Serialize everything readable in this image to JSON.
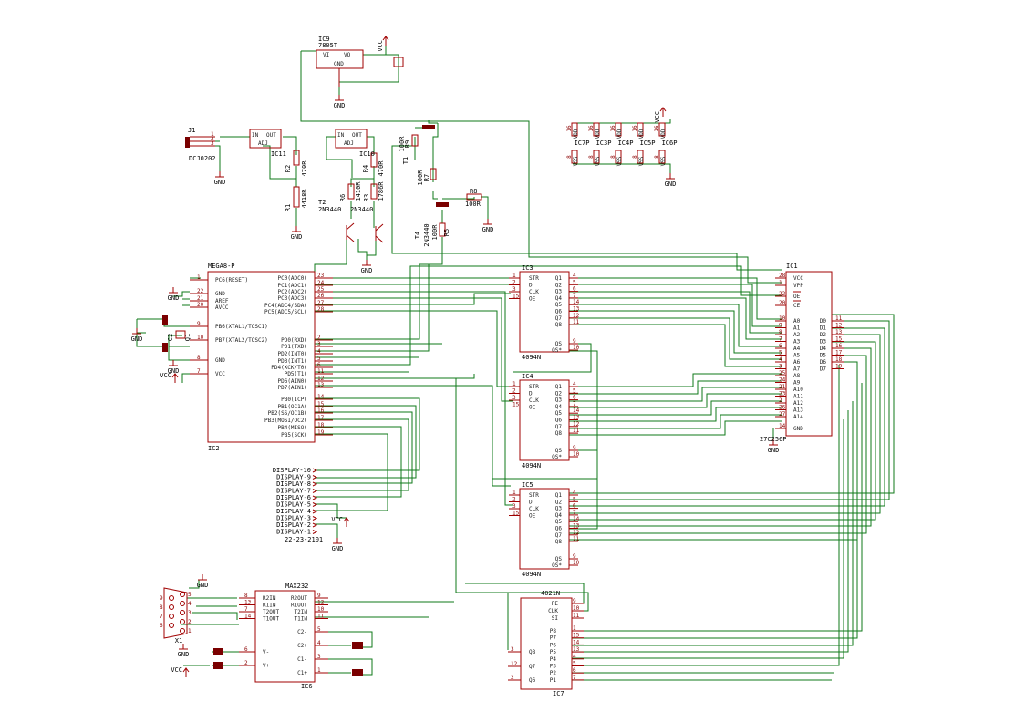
{
  "schematic": {
    "ic9": {
      "name": "IC9",
      "value": "7805T",
      "vi": "VI",
      "vo": "VO",
      "gnd": "GND"
    },
    "ic11": {
      "name": "IC11",
      "in": "IN",
      "out": "OUT",
      "adj": "ADJ"
    },
    "ic10": {
      "name": "IC10",
      "in": "IN",
      "out": "OUT",
      "adj": "ADJ"
    },
    "j1": {
      "name": "J1",
      "value": "DCJ0202",
      "pins": [
        "1",
        "2",
        "3"
      ]
    },
    "resistors": {
      "r1": {
        "name": "R1",
        "value": "4418R"
      },
      "r2": {
        "name": "R2",
        "value": "470R"
      },
      "r3": {
        "name": "R3",
        "value": "1786R"
      },
      "r4": {
        "name": "R4",
        "value": "470R"
      },
      "r5": {
        "name": "R5",
        "value": "100R"
      },
      "r6": {
        "name": "R6",
        "value": "1410R"
      },
      "r7": {
        "name": "R7",
        "value": "100R"
      },
      "r8": {
        "name": "R8",
        "value": "100R"
      },
      "r9": {
        "name": "R9",
        "value": "100R"
      }
    },
    "transistors": {
      "t1": {
        "name": "T1"
      },
      "t2": {
        "name": "T2",
        "value": "2N3440"
      },
      "t3": {
        "name": "2N3440"
      },
      "t4": {
        "name": "T4",
        "value": "2N3440"
      }
    },
    "power": {
      "vcc": "VCC",
      "gnd": "GND"
    },
    "power_headers": [
      {
        "name": "IC7P",
        "top": "VDD",
        "bottom": "VSS",
        "pin_top": "16",
        "pin_bottom": "8"
      },
      {
        "name": "IC3P",
        "top": "VDD",
        "bottom": "VSS",
        "pin_top": "16",
        "pin_bottom": "8"
      },
      {
        "name": "IC4P",
        "top": "VDD",
        "bottom": "VSS",
        "pin_top": "16",
        "pin_bottom": "8"
      },
      {
        "name": "IC5P",
        "top": "VDD",
        "bottom": "VSS",
        "pin_top": "16",
        "pin_bottom": "8"
      },
      {
        "name": "IC6P",
        "top": "VDD",
        "bottom": "VSS",
        "pin_top": "16",
        "pin_bottom": "8"
      }
    ],
    "ic2": {
      "name": "IC2",
      "value": "MEGA8-P",
      "left": [
        {
          "label": "PC6(RESET)",
          "pin": "1"
        },
        {
          "label": "GND",
          "pin": "22"
        },
        {
          "label": "AREF",
          "pin": "21"
        },
        {
          "label": "AVCC",
          "pin": "20"
        },
        {
          "label": "PB6(XTAL1/TOSC1)",
          "pin": "9"
        },
        {
          "label": "PB7(XTAL2/TOSC2)",
          "pin": "10"
        },
        {
          "label": "GND",
          "pin": "8"
        },
        {
          "label": "VCC",
          "pin": "7"
        }
      ],
      "right": [
        {
          "label": "PC0(ADC0)",
          "pin": "23"
        },
        {
          "label": "PC1(ADC1)",
          "pin": "24"
        },
        {
          "label": "PC2(ADC2)",
          "pin": "25"
        },
        {
          "label": "PC3(ADC3)",
          "pin": "26"
        },
        {
          "label": "PC4(ADC4/SDA)",
          "pin": "27"
        },
        {
          "label": "PC5(ADC5/SCL)",
          "pin": "28"
        },
        {
          "label": "PD0(RXD)",
          "pin": "2"
        },
        {
          "label": "PD1(TXD)",
          "pin": "3"
        },
        {
          "label": "PD2(INT0)",
          "pin": "4"
        },
        {
          "label": "PD3(INT1)",
          "pin": "5"
        },
        {
          "label": "PD4(XCK/T0)",
          "pin": "6"
        },
        {
          "label": "PD5(T1)",
          "pin": "11"
        },
        {
          "label": "PD6(AIN0)",
          "pin": "12"
        },
        {
          "label": "PD7(AIN1)",
          "pin": "13"
        },
        {
          "label": "PB0(ICP)",
          "pin": "14"
        },
        {
          "label": "PB1(OC1A)",
          "pin": "15"
        },
        {
          "label": "PB2(SS/OC1B)",
          "pin": "16"
        },
        {
          "label": "PB3(MOSI/OC2)",
          "pin": "17"
        },
        {
          "label": "PB4(MISO)",
          "pin": "18"
        },
        {
          "label": "PB5(SCK)",
          "pin": "19"
        }
      ],
      "c": "C2",
      "q": "Q1"
    },
    "display": {
      "name": "22-23-2101",
      "pins": [
        "DISPLAY-10",
        "DISPLAY-9",
        "DISPLAY-8",
        "DISPLAY-7",
        "DISPLAY-6",
        "DISPLAY-5",
        "DISPLAY-4",
        "DISPLAY-3",
        "DISPLAY-2",
        "DISPLAY-1"
      ]
    },
    "shift_regs": [
      {
        "name": "IC3",
        "value": "4094N"
      },
      {
        "name": "IC4",
        "value": "4094N"
      },
      {
        "name": "IC5",
        "value": "4094N"
      }
    ],
    "sr_left": [
      {
        "label": "STR",
        "pin": "1"
      },
      {
        "label": "D",
        "pin": "2"
      },
      {
        "label": "CLK",
        "pin": "3"
      },
      {
        "label": "OE",
        "pin": "15"
      }
    ],
    "sr_right": [
      {
        "label": "Q1",
        "pin": "4"
      },
      {
        "label": "Q2",
        "pin": "5"
      },
      {
        "label": "Q3",
        "pin": "6"
      },
      {
        "label": "Q4",
        "pin": "7"
      },
      {
        "label": "Q5",
        "pin": "14"
      },
      {
        "label": "Q6",
        "pin": "13"
      },
      {
        "label": "Q7",
        "pin": "12"
      },
      {
        "label": "Q8",
        "pin": "11"
      }
    ],
    "sr_serial": [
      {
        "label": "QS",
        "pin": "9"
      },
      {
        "label": "QS*",
        "pin": "10"
      }
    ],
    "ic1": {
      "name": "IC1",
      "value": "27C256P",
      "top": [
        {
          "label": "VCC",
          "pin": "28"
        },
        {
          "label": "VPP",
          "pin": "1"
        },
        {
          "label": "OE",
          "pin": "22"
        },
        {
          "label": "CE",
          "pin": "20"
        }
      ],
      "addr": [
        {
          "label": "A0",
          "pin": "10"
        },
        {
          "label": "A1",
          "pin": "9"
        },
        {
          "label": "A2",
          "pin": "8"
        },
        {
          "label": "A3",
          "pin": "7"
        },
        {
          "label": "A4",
          "pin": "6"
        },
        {
          "label": "A5",
          "pin": "5"
        },
        {
          "label": "A6",
          "pin": "4"
        },
        {
          "label": "A7",
          "pin": "3"
        },
        {
          "label": "A8",
          "pin": "25"
        },
        {
          "label": "A9",
          "pin": "24"
        },
        {
          "label": "A10",
          "pin": "21"
        },
        {
          "label": "A11",
          "pin": "23"
        },
        {
          "label": "A12",
          "pin": "2"
        },
        {
          "label": "A13",
          "pin": "26"
        },
        {
          "label": "A14",
          "pin": "27"
        }
      ],
      "gnd": {
        "label": "GND",
        "pin": "14"
      },
      "data": [
        {
          "label": "D0",
          "pin": "11"
        },
        {
          "label": "D1",
          "pin": "12"
        },
        {
          "label": "D2",
          "pin": "13"
        },
        {
          "label": "D3",
          "pin": "15"
        },
        {
          "label": "D4",
          "pin": "16"
        },
        {
          "label": "D5",
          "pin": "17"
        },
        {
          "label": "D6",
          "pin": "18"
        },
        {
          "label": "D7",
          "pin": "19"
        }
      ]
    },
    "max232": {
      "name": "IC6",
      "value": "MAX232",
      "left": [
        {
          "label": "R2IN",
          "pin": "8"
        },
        {
          "label": "R1IN",
          "pin": "13"
        },
        {
          "label": "T2OUT",
          "pin": "7"
        },
        {
          "label": "T1OUT",
          "pin": "14"
        }
      ],
      "right": [
        {
          "label": "R2OUT",
          "pin": "9"
        },
        {
          "label": "R1OUT",
          "pin": "12"
        },
        {
          "label": "T2IN",
          "pin": "10"
        },
        {
          "label": "T1IN",
          "pin": "11"
        }
      ],
      "caps": [
        {
          "label": "C2-",
          "pin": "5"
        },
        {
          "label": "C2+",
          "pin": "4"
        },
        {
          "label": "C1-",
          "pin": "3"
        },
        {
          "label": "C1+",
          "pin": "1"
        }
      ],
      "vminus": {
        "label": "V-",
        "pin": "6"
      },
      "vplus": {
        "label": "V+",
        "pin": "2"
      }
    },
    "x1": {
      "name": "X1",
      "pins": [
        "9",
        "8",
        "7",
        "6",
        "5",
        "4",
        "3",
        "2",
        "1"
      ]
    },
    "ic7": {
      "name": "IC7",
      "value": "4021N",
      "top": [
        {
          "label": "PE",
          "pin": "9"
        },
        {
          "label": "CLK",
          "pin": "10"
        },
        {
          "label": "SI",
          "pin": "11"
        }
      ],
      "right": [
        {
          "label": "P8",
          "pin": "1"
        },
        {
          "label": "P7",
          "pin": "15"
        },
        {
          "label": "P6",
          "pin": "14"
        },
        {
          "label": "P5",
          "pin": "13"
        },
        {
          "label": "P4",
          "pin": "4"
        },
        {
          "label": "P3",
          "pin": "5"
        },
        {
          "label": "P2",
          "pin": "6"
        },
        {
          "label": "P1",
          "pin": "7"
        }
      ],
      "left": [
        {
          "label": "Q8",
          "pin": "3"
        },
        {
          "label": "Q7",
          "pin": "12"
        },
        {
          "label": "Q6",
          "pin": "2"
        }
      ]
    }
  }
}
